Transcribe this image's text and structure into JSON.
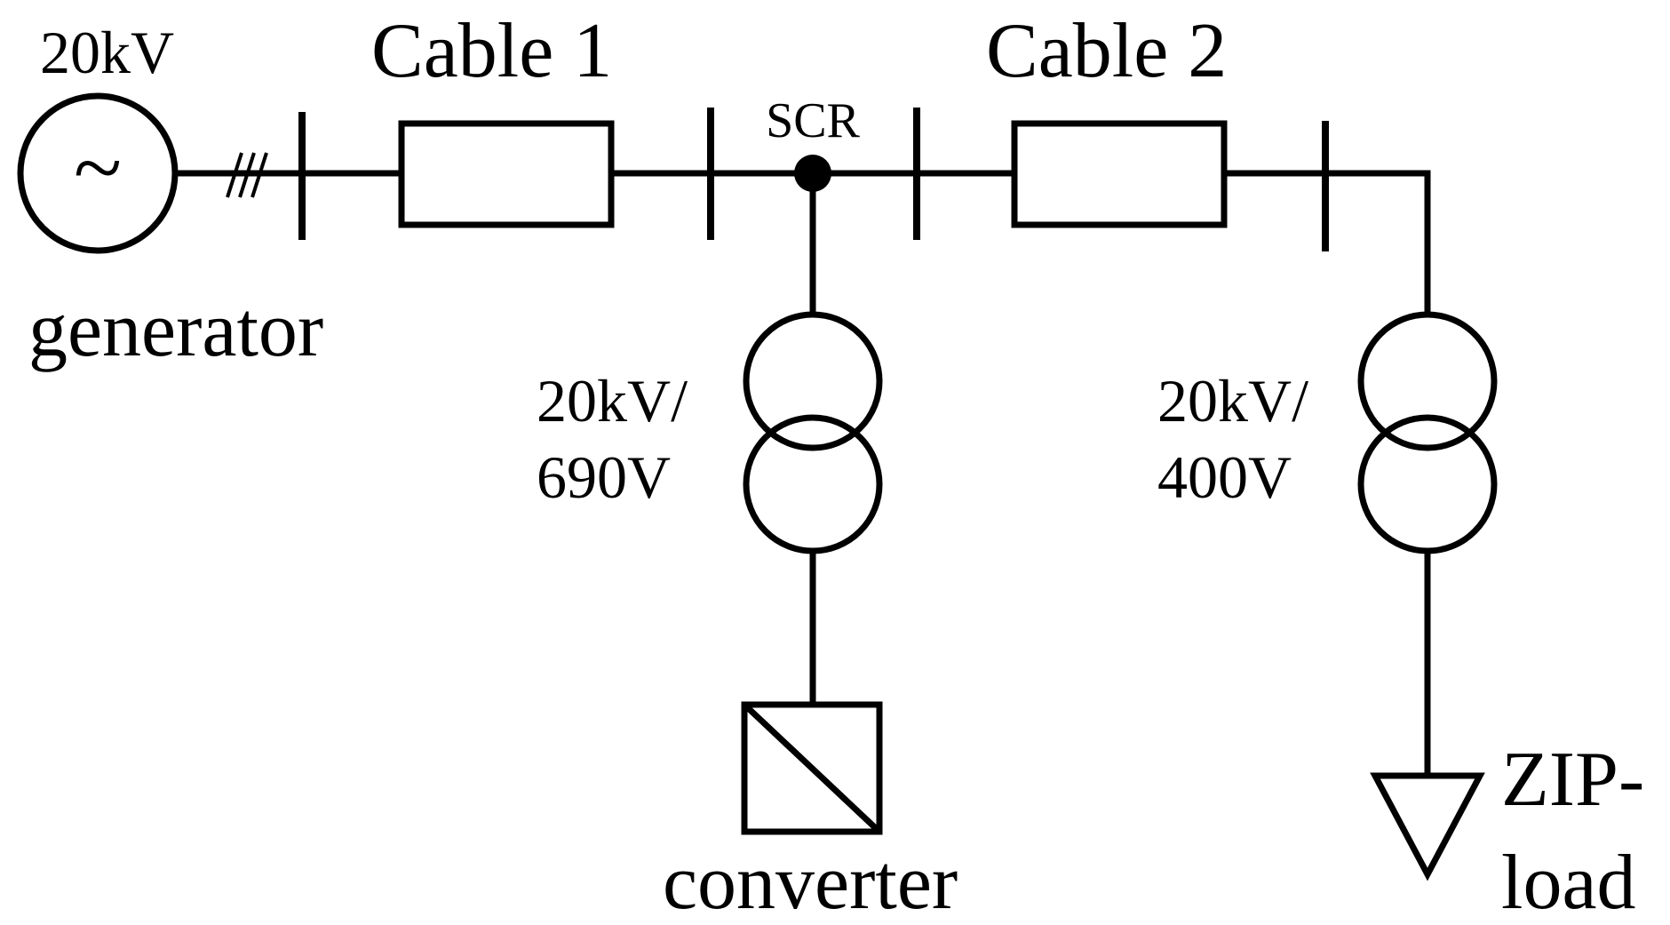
{
  "generator": {
    "voltage": "20kV",
    "label": "generator",
    "symbol": "~"
  },
  "cable1": {
    "label": "Cable 1"
  },
  "cable2": {
    "label": "Cable 2"
  },
  "scr_node": {
    "label": "SCR"
  },
  "transformer_converter": {
    "line1": "20kV/",
    "line2": "690V"
  },
  "transformer_load": {
    "line1": "20kV/",
    "line2": "400V"
  },
  "converter": {
    "label": "converter"
  },
  "zip_load": {
    "line1": "ZIP-",
    "line2": "load"
  }
}
